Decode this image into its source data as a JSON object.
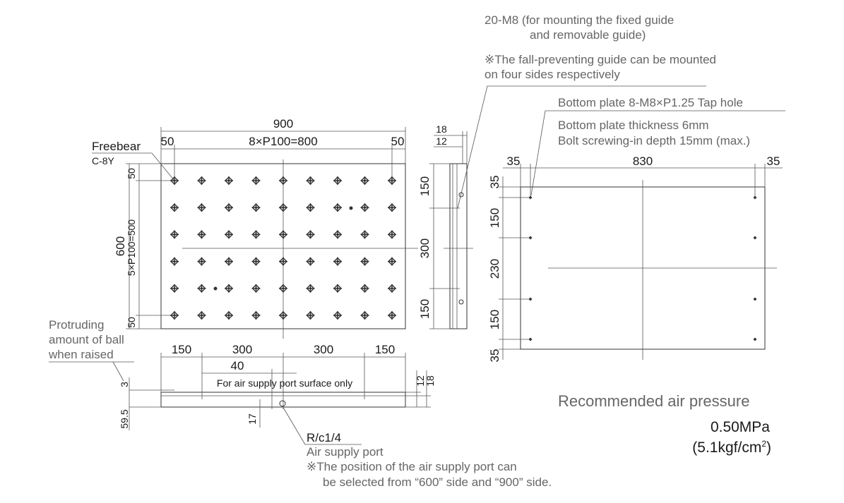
{
  "top_view": {
    "width_dim": "900",
    "pitch_x": "8×P100=800",
    "margin_left": "50",
    "margin_right": "50",
    "height_dim": "600",
    "pitch_y": "5×P100=500",
    "margin_top": "50",
    "margin_bottom": "50",
    "freebear_label": "Freebear",
    "freebear_model": "C-8Y"
  },
  "side_view": {
    "dim_18": "18",
    "dim_12": "12",
    "dim_150_top": "150",
    "dim_300": "300",
    "dim_150_bottom": "150"
  },
  "front_view": {
    "dim_150_left": "150",
    "dim_300_left": "300",
    "dim_300_right": "300",
    "dim_150_right": "150",
    "dim_40": "40",
    "note_surface": "For air supply port surface only",
    "dim_12": "12",
    "dim_18": "18",
    "dim_3": "3",
    "dim_59_5": "59.5",
    "dim_17": "17",
    "protruding_line1": "Protruding",
    "protruding_line2": "amount of ball",
    "protruding_line3": "when raised",
    "port_thread": "R/c1/4",
    "port_name": "Air supply port",
    "port_note_line1": "※The position of the air supply port can",
    "port_note_line2": "be selected from “600” side and “900” side."
  },
  "bottom_view": {
    "guide_note_line1": "20-M8 (for mounting the fixed guide",
    "guide_note_line2": "and removable guide)",
    "guide_note_line3": "※The fall-preventing guide can be mounted",
    "guide_note_line4": "on four sides respectively",
    "tap_note": "Bottom plate 8-M8×P1.25 Tap hole",
    "thickness_note": "Bottom plate thickness 6mm",
    "bolt_note": "Bolt screwing-in depth 15mm (max.)",
    "dim_35_left": "35",
    "dim_830": "830",
    "dim_35_right": "35",
    "dim_35_top": "35",
    "dim_150_a": "150",
    "dim_230": "230",
    "dim_150_b": "150",
    "dim_35_bottom": "35"
  },
  "air_pressure": {
    "title": "Recommended air pressure",
    "value": "0.50MPa",
    "value_alt": "(5.1kgf/cm",
    "value_alt_sup": "2",
    "value_alt_end": ")"
  }
}
